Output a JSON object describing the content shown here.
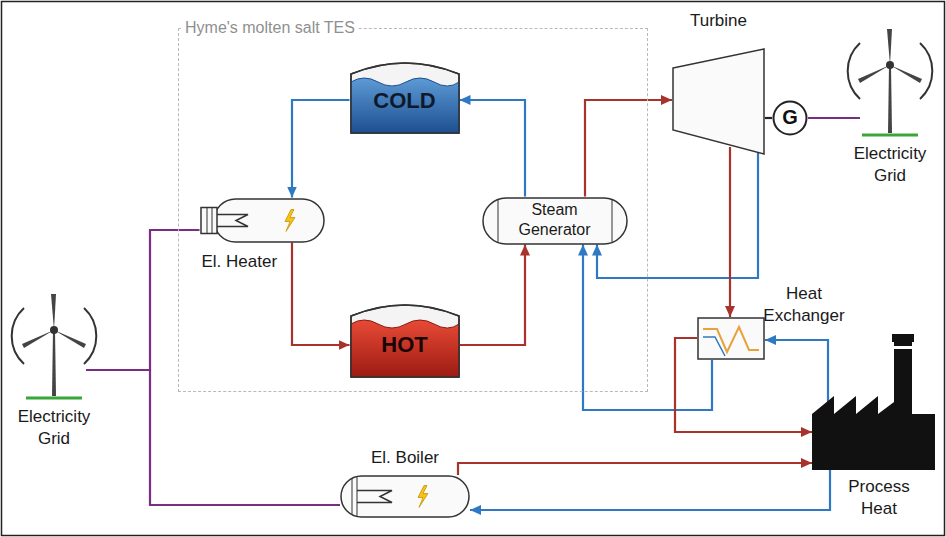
{
  "diagram": {
    "nodes": [
      {
        "text": [
          "Hyme's molten salt TES"
        ]
      },
      {
        "text": [
          "COLD"
        ],
        "in": 0
      },
      {
        "text": [
          "El. Heater"
        ],
        "in": 0
      },
      {
        "text": [
          "HOT"
        ],
        "in": 0
      },
      {
        "text": [
          "Steam Generator"
        ],
        "in": 0
      },
      {
        "text": [
          "Turbine"
        ]
      },
      {
        "text": [
          "G"
        ]
      },
      {
        "text": [
          "Electricity Grid"
        ]
      },
      {
        "text": [
          "Heat Exchanger"
        ]
      },
      {
        "text": [
          "Electricity Grid"
        ]
      },
      {
        "text": [
          "El. Boiler"
        ]
      },
      {
        "text": [
          "Process Heat"
        ]
      }
    ],
    "edges": [
      {
        "from": 1,
        "to": 2,
        "arrow": "to"
      },
      {
        "from": 2,
        "to": 3,
        "arrow": "to"
      },
      {
        "from": 3,
        "to": 4,
        "arrow": "to"
      },
      {
        "from": 4,
        "to": 1,
        "arrow": "to"
      },
      {
        "from": 4,
        "to": 5,
        "arrow": "to"
      },
      {
        "from": 5,
        "to": 6,
        "arrow": "none"
      },
      {
        "from": 6,
        "to": 7,
        "arrow": "none"
      },
      {
        "from": 5,
        "to": 4,
        "arrow": "to"
      },
      {
        "from": 5,
        "to": 8,
        "arrow": "to"
      },
      {
        "from": 8,
        "to": 4,
        "arrow": "to"
      },
      {
        "from": 8,
        "to": 11,
        "arrow": "to"
      },
      {
        "from": 11,
        "to": 8,
        "arrow": "to"
      },
      {
        "from": 9,
        "to": 2,
        "arrow": "none"
      },
      {
        "from": 9,
        "to": 10,
        "arrow": "none"
      },
      {
        "from": 10,
        "to": 11,
        "arrow": "to"
      },
      {
        "from": 11,
        "to": 10,
        "arrow": "to"
      }
    ]
  }
}
